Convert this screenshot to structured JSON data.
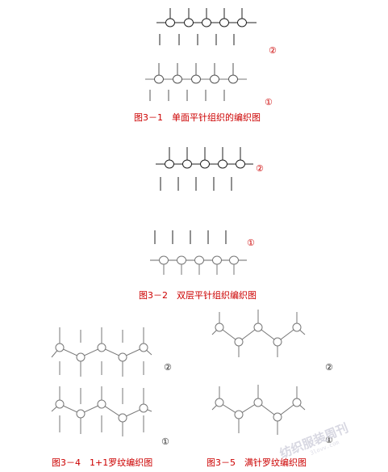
{
  "figures": {
    "fig1": {
      "caption": "图3－1　单面平针组织的编织图",
      "label_top": "②",
      "label_bottom": "①"
    },
    "fig2": {
      "caption": "图3－2　双层平针组织编织图",
      "label_top": "②",
      "label_bottom": "①"
    },
    "fig4": {
      "caption": "图3－4　1+1罗纹编织图",
      "label_top": "②",
      "label_bottom": "①"
    },
    "fig5": {
      "caption": "图3－5　满针罗纹编织图",
      "label_top": "②",
      "label_bottom": "①"
    }
  },
  "watermark": {
    "text": "纺织服装周刊",
    "url": "3lovv.com"
  },
  "colors": {
    "caption": "#cc0000",
    "label_red": "#cc0000",
    "label_black": "#222222",
    "stroke_dark": "#222222",
    "stroke_mid": "#555555",
    "stroke_gray": "#888888",
    "watermark": "#d8d8e2"
  }
}
